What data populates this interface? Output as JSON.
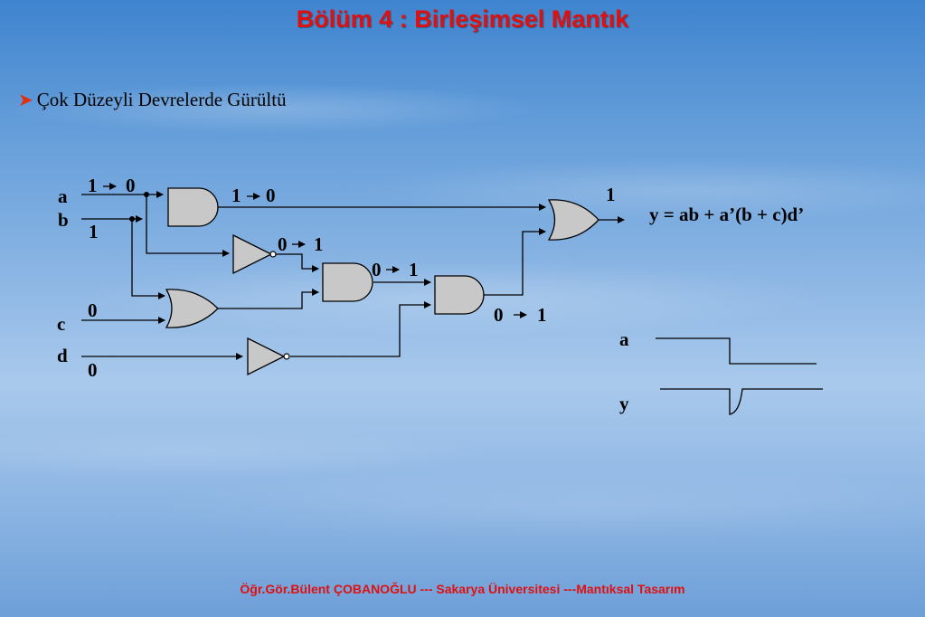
{
  "slide": {
    "title": "Bölüm 4 : Birleşimsel Mantık",
    "bullet": "Çok Düzeyli Devrelerde Gürültü",
    "footer": "Öğr.Gör.Bülent ÇOBANOĞLU --- Sakarya Üniversitesi ---Mantıksal Tasarım"
  },
  "circuit": {
    "inputs": {
      "a": "a",
      "b": "b",
      "c": "c",
      "d": "d"
    },
    "values": {
      "a_from": "1",
      "a_to": "0",
      "b": "1",
      "c": "0",
      "d": "0",
      "and1_from": "1",
      "and1_to": "0",
      "not1_from": "0",
      "not1_to": "1",
      "and2_from": "0",
      "and2_to": "1",
      "and3_from": "0",
      "and3_to": "1",
      "output": "1"
    },
    "equation": "y = ab + a’(b + c)d’"
  },
  "timing": {
    "labels": {
      "a": "a",
      "y": "y"
    }
  }
}
